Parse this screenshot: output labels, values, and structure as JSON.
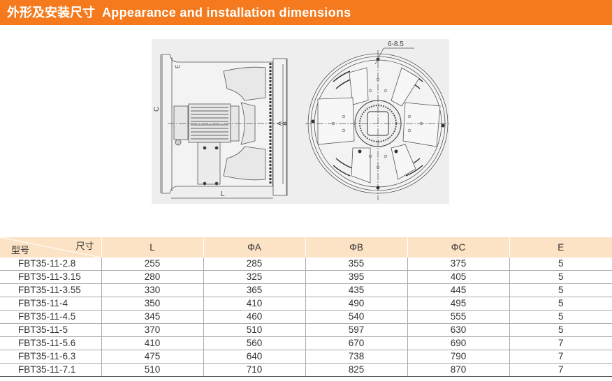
{
  "banner": {
    "title_cn": "外形及安装尺寸",
    "title_en": "Appearance and installation dimensions"
  },
  "diagram": {
    "labels": {
      "C": "C",
      "E": "E",
      "A": "A",
      "B": "B",
      "L": "L",
      "holes": "6-8.5"
    }
  },
  "table": {
    "corner_top": "尺寸",
    "corner_bottom": "型号",
    "headers": [
      "L",
      "ΦA",
      "ΦB",
      "ΦC",
      "E"
    ],
    "rows": [
      [
        "FBT35-11-2.8",
        "255",
        "285",
        "355",
        "375",
        "5"
      ],
      [
        "FBT35-11-3.15",
        "280",
        "325",
        "395",
        "405",
        "5"
      ],
      [
        "FBT35-11-3.55",
        "330",
        "365",
        "435",
        "445",
        "5"
      ],
      [
        "FBT35-11-4",
        "350",
        "410",
        "490",
        "495",
        "5"
      ],
      [
        "FBT35-11-4.5",
        "345",
        "460",
        "540",
        "555",
        "5"
      ],
      [
        "FBT35-11-5",
        "370",
        "510",
        "597",
        "630",
        "5"
      ],
      [
        "FBT35-11-5.6",
        "410",
        "560",
        "670",
        "690",
        "7"
      ],
      [
        "FBT35-11-6.3",
        "475",
        "640",
        "738",
        "790",
        "7"
      ],
      [
        "FBT35-11-7.1",
        "510",
        "710",
        "825",
        "870",
        "7"
      ]
    ]
  },
  "colors": {
    "banner": "#f47a1d",
    "header_bg": "#fde3c6",
    "diagram_bg": "#eeeeee"
  }
}
